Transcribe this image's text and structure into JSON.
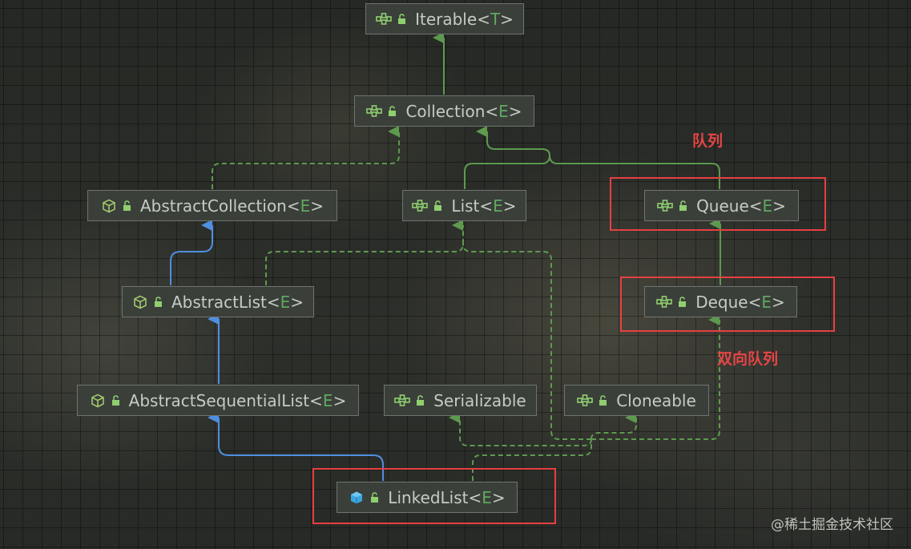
{
  "nodes": {
    "iterable": {
      "name": "Iterable",
      "lt": "<",
      "type_param": "T",
      "gt": ">",
      "kind": "interface"
    },
    "collection": {
      "name": "Collection",
      "lt": "<",
      "type_param": "E",
      "gt": ">",
      "kind": "interface"
    },
    "abstract_collection": {
      "name": "AbstractCollection",
      "lt": "<",
      "type_param": "E",
      "gt": ">",
      "kind": "abstract-class"
    },
    "list": {
      "name": "List",
      "lt": "<",
      "type_param": "E",
      "gt": ">",
      "kind": "interface"
    },
    "queue": {
      "name": "Queue",
      "lt": "<",
      "type_param": "E",
      "gt": ">",
      "kind": "interface"
    },
    "abstract_list": {
      "name": "AbstractList",
      "lt": "<",
      "type_param": "E",
      "gt": ">",
      "kind": "abstract-class"
    },
    "deque": {
      "name": "Deque",
      "lt": "<",
      "type_param": "E",
      "gt": ">",
      "kind": "interface"
    },
    "abstract_sequential_list": {
      "name": "AbstractSequentialList",
      "lt": "<",
      "type_param": "E",
      "gt": ">",
      "kind": "abstract-class"
    },
    "serializable": {
      "name": "Serializable",
      "kind": "interface"
    },
    "cloneable": {
      "name": "Cloneable",
      "kind": "interface"
    },
    "linked_list": {
      "name": "LinkedList",
      "lt": "<",
      "type_param": "E",
      "gt": ">",
      "kind": "class"
    }
  },
  "edges": [
    {
      "from": "collection",
      "to": "iterable",
      "style": "extends"
    },
    {
      "from": "list",
      "to": "collection",
      "style": "extends"
    },
    {
      "from": "queue",
      "to": "collection",
      "style": "extends"
    },
    {
      "from": "abstract_collection",
      "to": "collection",
      "style": "implements"
    },
    {
      "from": "abstract_list",
      "to": "abstract_collection",
      "style": "class-extends"
    },
    {
      "from": "abstract_list",
      "to": "list",
      "style": "implements"
    },
    {
      "from": "abstract_sequential_list",
      "to": "abstract_list",
      "style": "class-extends"
    },
    {
      "from": "deque",
      "to": "queue",
      "style": "extends"
    },
    {
      "from": "linked_list",
      "to": "abstract_sequential_list",
      "style": "class-extends"
    },
    {
      "from": "linked_list",
      "to": "list",
      "style": "implements"
    },
    {
      "from": "linked_list",
      "to": "deque",
      "style": "implements"
    },
    {
      "from": "linked_list",
      "to": "serializable",
      "style": "implements"
    },
    {
      "from": "linked_list",
      "to": "cloneable",
      "style": "implements"
    }
  ],
  "annotations": {
    "queue_label": "队列",
    "deque_label": "双向队列"
  },
  "watermark": "@稀土掘金技术社区",
  "colors": {
    "background": "#2a2c29",
    "node_fill": "#3b3f3a",
    "node_border": "#6f7470",
    "node_text": "#c7cbc5",
    "type_param": "#5fa860",
    "interface_edge": "#5d9a4f",
    "class_edge": "#4f8fe0",
    "highlight_box": "#e64040",
    "annotation_text": "#e64545"
  },
  "icons": {
    "interface": "interface-icon",
    "abstract-class": "abstract-class-icon",
    "class": "class-icon",
    "access": "unlocked-lock-icon"
  }
}
